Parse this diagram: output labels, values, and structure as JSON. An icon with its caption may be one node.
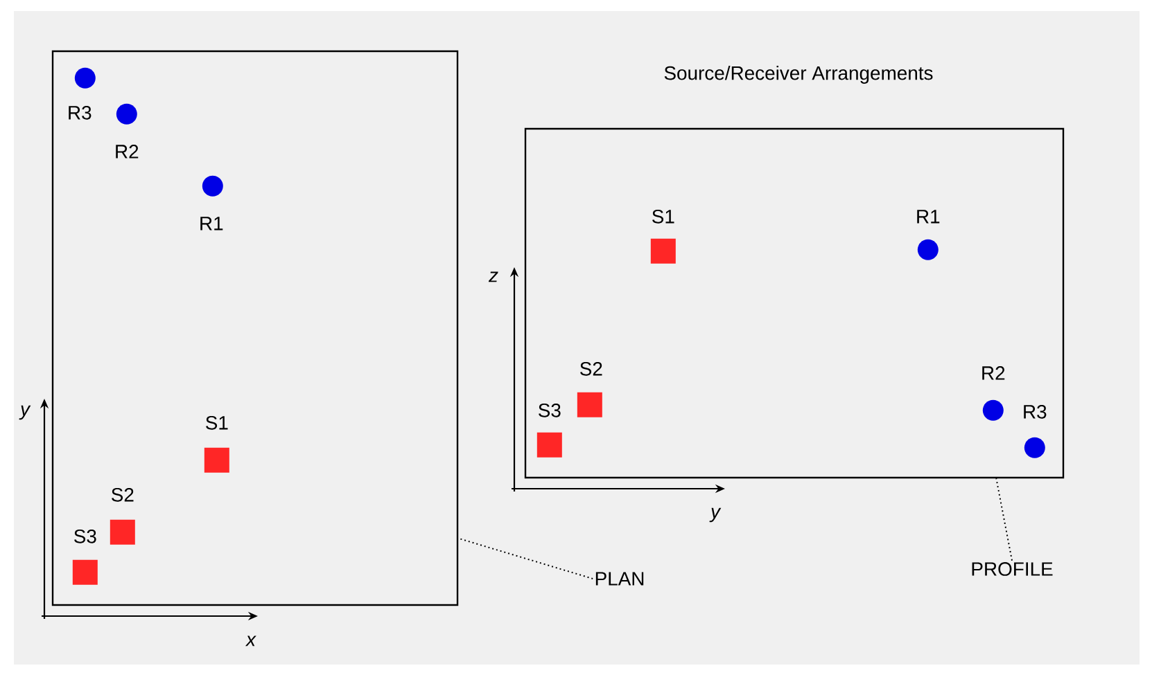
{
  "diagram": {
    "title": "Source/Receiver Arrangements",
    "nodes": [
      {
        "text": [],
        "shape": "box"
      },
      {
        "text": [],
        "shape": "circle",
        "beside": [
          "R3"
        ],
        "in": 0
      },
      {
        "text": [],
        "shape": "circle",
        "beside": [
          "R2"
        ],
        "in": 0
      },
      {
        "text": [],
        "shape": "circle",
        "beside": [
          "R1"
        ],
        "in": 0
      },
      {
        "text": [],
        "shape": "square",
        "beside": [
          "S1"
        ],
        "in": 0
      },
      {
        "text": [],
        "shape": "square",
        "beside": [
          "S2"
        ],
        "in": 0
      },
      {
        "text": [],
        "shape": "square",
        "beside": [
          "S3"
        ],
        "in": 0
      },
      {
        "text": [],
        "shape": "box"
      },
      {
        "text": [],
        "shape": "square",
        "beside": [
          "S1"
        ],
        "in": 7
      },
      {
        "text": [],
        "shape": "circle",
        "beside": [
          "R1"
        ],
        "in": 7
      },
      {
        "text": [],
        "shape": "square",
        "beside": [
          "S2"
        ],
        "in": 7
      },
      {
        "text": [],
        "shape": "circle",
        "beside": [
          "R2"
        ],
        "in": 7
      },
      {
        "text": [],
        "shape": "square",
        "beside": [
          "S3"
        ],
        "in": 7
      },
      {
        "text": [],
        "shape": "circle",
        "beside": [
          "R3"
        ],
        "in": 7
      },
      {
        "text": [
          "PLAN"
        ]
      },
      {
        "text": [
          "PROFILE"
        ]
      }
    ],
    "edges": [
      {
        "from": 14,
        "to": 0,
        "arrow": "none",
        "style": "dashed"
      },
      {
        "from": 15,
        "to": 7,
        "arrow": "none",
        "style": "dashed"
      }
    ],
    "labels": [
      "z",
      "y",
      "y",
      "x"
    ]
  }
}
